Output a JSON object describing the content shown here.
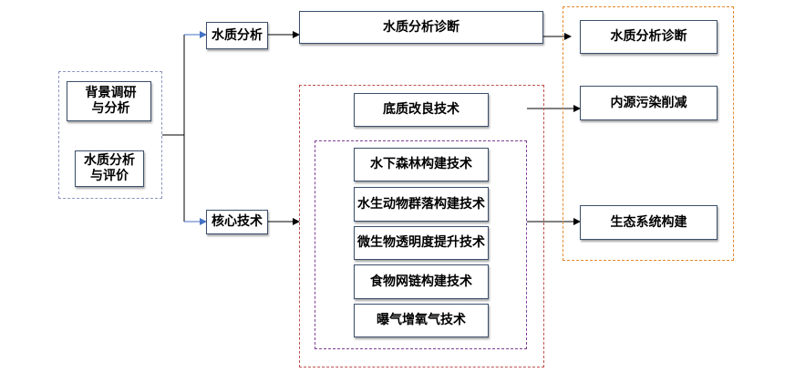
{
  "diagram": {
    "left_group": {
      "background_research": "背景调研\n与分析",
      "water_quality_eval": "水质分析\n与评价"
    },
    "branches": {
      "water_analysis": "水质分析",
      "core_tech": "核心技术"
    },
    "diagnosis_box": "水质分析诊断",
    "core_tech_group": {
      "sediment": "底质改良技术",
      "inner_items": [
        "水下森林构建技术",
        "水生动物群落构建技术",
        "微生物透明度提升技术",
        "食物网链构建技术",
        "曝气增氧气技术"
      ]
    },
    "outcomes": [
      "水质分析诊断",
      "内源污染削减",
      "生态系统构建"
    ],
    "colors": {
      "arrow_blue": "#4472c4",
      "arrow_black": "#000000",
      "frame_red": "#c0504d",
      "frame_purple": "#7f3f98",
      "frame_orange": "#e6892b",
      "frame_blue": "#8e95c4"
    }
  }
}
